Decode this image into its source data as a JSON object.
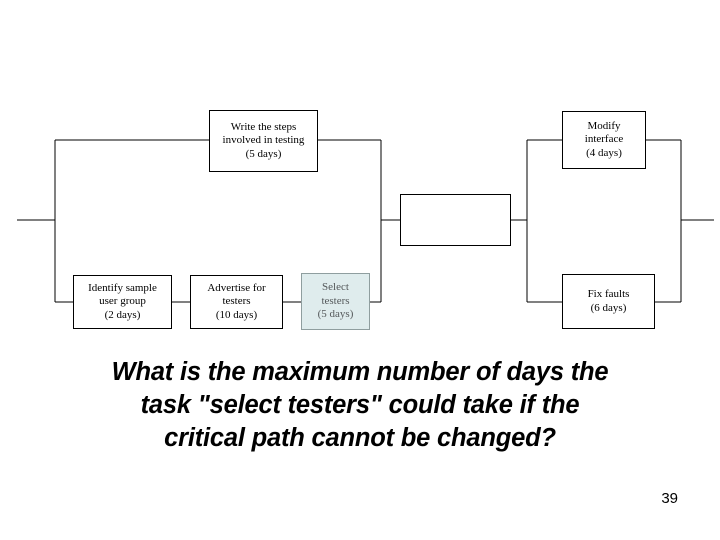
{
  "slide": {
    "page_number": "39",
    "question_lines": [
      "What is the maximum number of days the",
      "task \"select testers\" could take if the",
      "critical path cannot be changed?"
    ]
  },
  "colors": {
    "line": "#000000",
    "node_fill": "#ffffff",
    "node_border": "#000000",
    "highlight_fill": "#dfeced",
    "highlight_border": "#8f9e9f",
    "highlight_text": "#54585a",
    "text": "#000000",
    "background": "#ffffff"
  },
  "diagram": {
    "type": "activity-on-node-network",
    "nodes": [
      {
        "id": "write-steps",
        "lines": [
          "Write the steps",
          "involved in testing",
          "(5 days)"
        ],
        "task": "Write the steps involved in testing",
        "duration_days": 5,
        "highlighted": false
      },
      {
        "id": "modify-interface",
        "lines": [
          "Modify",
          "interface",
          "(4 days)"
        ],
        "task": "Modify interface",
        "duration_days": 4,
        "highlighted": false
      },
      {
        "id": "merge-node",
        "lines": [],
        "task": "",
        "duration_days": null,
        "highlighted": false
      },
      {
        "id": "identify-sample",
        "lines": [
          "Identify sample",
          "user group",
          "(2 days)"
        ],
        "task": "Identify sample user group",
        "duration_days": 2,
        "highlighted": false
      },
      {
        "id": "advertise-testers",
        "lines": [
          "Advertise for",
          "testers",
          "(10 days)"
        ],
        "task": "Advertise for testers",
        "duration_days": 10,
        "highlighted": false
      },
      {
        "id": "select-testers",
        "lines": [
          "Select",
          "testers",
          "(5 days)"
        ],
        "task": "Select testers",
        "duration_days": 5,
        "highlighted": true
      },
      {
        "id": "fix-faults",
        "lines": [
          "Fix faults",
          "(6 days)"
        ],
        "task": "Fix faults",
        "duration_days": 6,
        "highlighted": false
      }
    ]
  }
}
